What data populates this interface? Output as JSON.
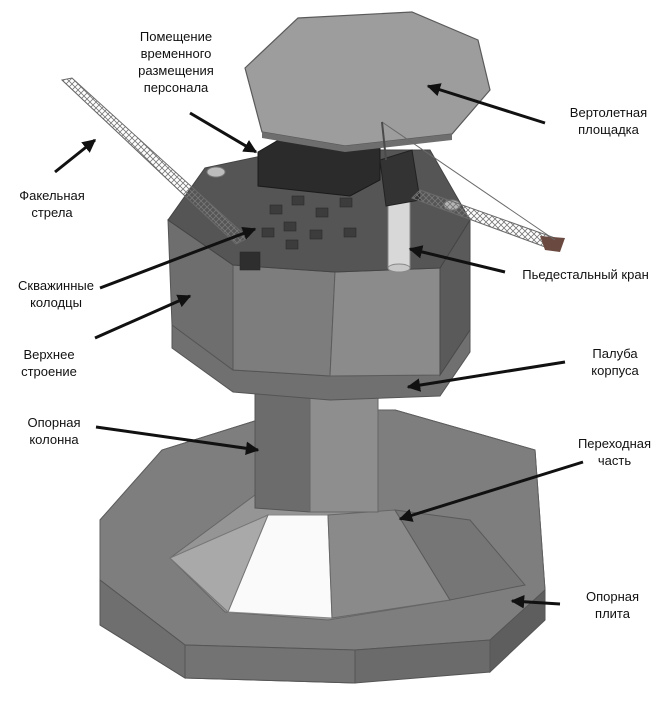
{
  "labels": {
    "quarters": "Помещение\nвременного\nразмещения\nперсонала",
    "helipad": "Вертолетная\nплощадка",
    "flare_boom": "Факельная\nстрела",
    "wellheads": "Скважинные\nколодцы",
    "pedestal_crane": "Пьедестальный кран",
    "topsides": "Верхнее\nстроение",
    "hull_deck": "Палуба\nкорпуса",
    "support_column": "Опорная\nколонна",
    "transition": "Переходная\nчасть",
    "base_slab": "Опорная\nплита"
  }
}
